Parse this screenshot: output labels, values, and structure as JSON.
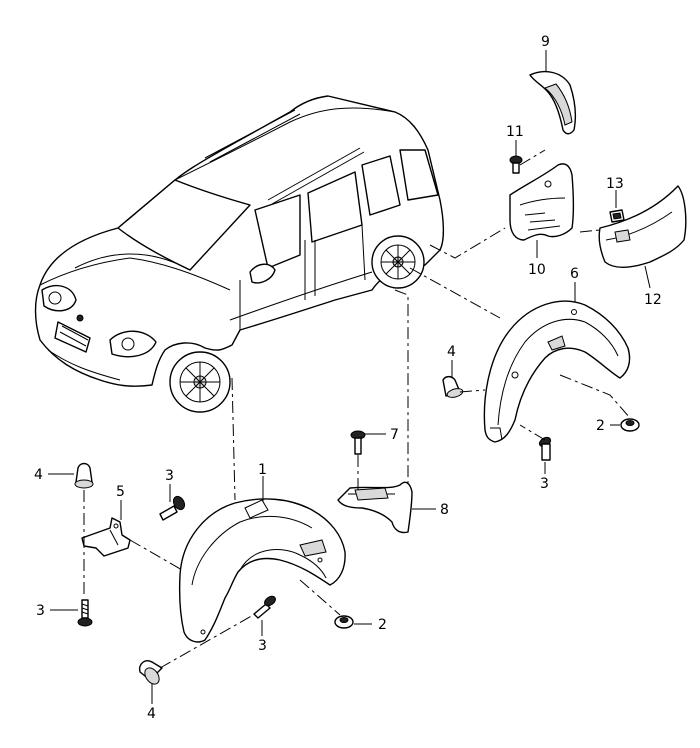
{
  "diagram": {
    "callouts": [
      "1",
      "2",
      "2",
      "3",
      "3",
      "3",
      "3",
      "4",
      "4",
      "4",
      "5",
      "6",
      "7",
      "8",
      "9",
      "10",
      "11",
      "12",
      "13"
    ]
  }
}
